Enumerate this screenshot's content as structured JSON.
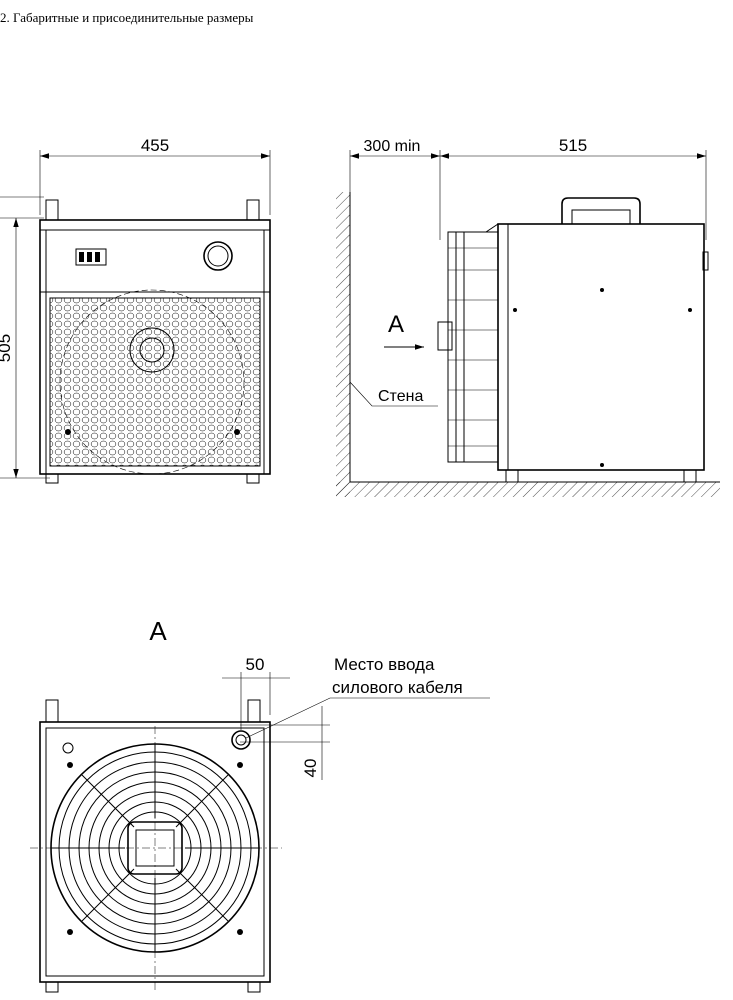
{
  "heading": "2. Габаритные и присоединительные размеры",
  "front_view": {
    "width_dim": "455",
    "height_dim": "505"
  },
  "side_view": {
    "clearance_dim": "300 min",
    "depth_dim": "515",
    "airflow_label": "A",
    "wall_label": "Стена"
  },
  "rear_view": {
    "view_title": "A",
    "offset_x_dim": "50",
    "offset_y_dim": "40",
    "cable_entry_line1": "Место ввода",
    "cable_entry_line2": "силового кабеля"
  }
}
